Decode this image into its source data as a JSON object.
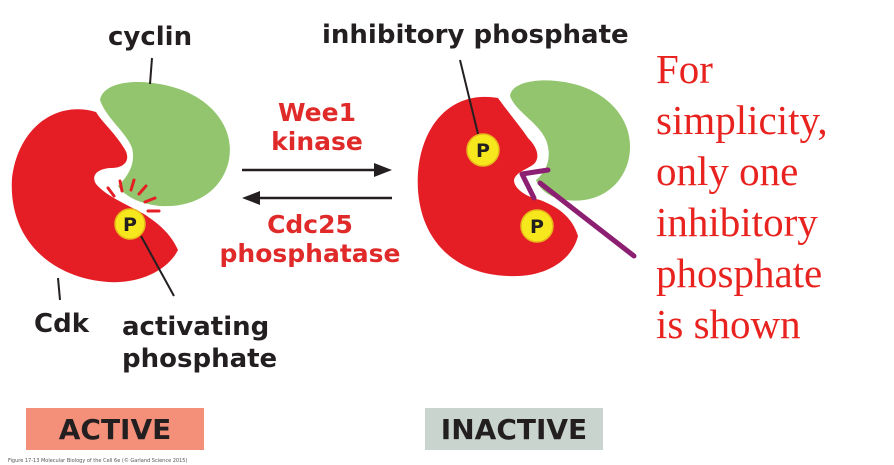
{
  "labels": {
    "cyclin": "cyclin",
    "inhibitory_phosphate": "inhibitory phosphate",
    "cdk": "Cdk",
    "activating_line1": "activating",
    "activating_line2": "phosphate",
    "phospho": "P"
  },
  "arrows": {
    "forward_line1": "Wee1",
    "forward_line2": "kinase",
    "reverse_line1": "Cdc25",
    "reverse_line2": "phosphatase"
  },
  "states": {
    "active": "ACTIVE",
    "inactive": "INACTIVE"
  },
  "note": {
    "lines": [
      "For",
      "simplicity,",
      "only one",
      "inhibitory",
      "phosphate",
      "is shown"
    ]
  },
  "caption": "Figure 17-13 Molecular Biology of the Cell 6e (© Garland Science 2015)",
  "colors": {
    "cdk_red": "#e51e25",
    "cyclin_green": "#92c56e",
    "phosphate_yellow": "#f7e81d",
    "arrow_purple": "#8c1f72",
    "note_red": "#e8231f",
    "active_box": "#f4907a",
    "inactive_box": "#c9d4cf"
  }
}
